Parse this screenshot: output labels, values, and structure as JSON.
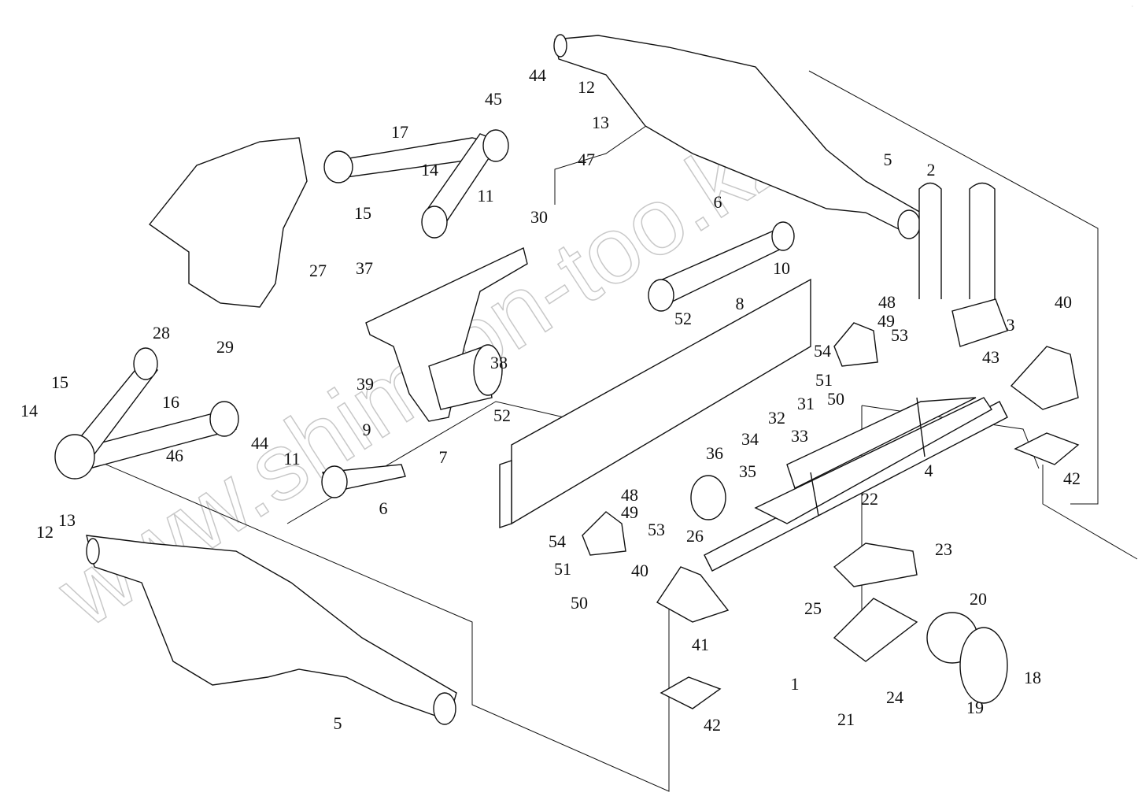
{
  "diagram": {
    "type": "exploded-parts-view",
    "watermark": "www.shimron-too.kz",
    "line_color": "#111111",
    "watermark_color": "#bbbbbb",
    "callouts": [
      "44",
      "12",
      "45",
      "13",
      "17",
      "47",
      "14",
      "5",
      "2",
      "15",
      "11",
      "30",
      "6",
      "10",
      "37",
      "27",
      "8",
      "48",
      "40",
      "52",
      "49",
      "3",
      "53",
      "54",
      "28",
      "29",
      "38",
      "43",
      "39",
      "15",
      "51",
      "50",
      "31",
      "14",
      "16",
      "32",
      "52",
      "9",
      "33",
      "34",
      "7",
      "46",
      "44",
      "11",
      "36",
      "35",
      "4",
      "42",
      "6",
      "48",
      "49",
      "12",
      "13",
      "53",
      "22",
      "26",
      "23",
      "54",
      "51",
      "40",
      "50",
      "20",
      "25",
      "41",
      "24",
      "18",
      "1",
      "21",
      "19",
      "5",
      "42"
    ]
  }
}
